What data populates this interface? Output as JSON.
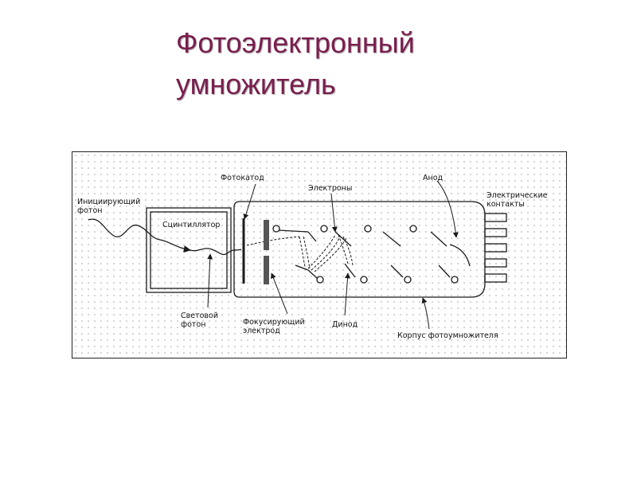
{
  "title": {
    "line1": "Фотоэлектронный",
    "line2": "умножитель"
  },
  "diagram": {
    "labels": {
      "initiating_photon": "Инициирующий\nфотон",
      "scintillator": "Сцинтиллятор",
      "photocathode": "Фотокатод",
      "electrons": "Электроны",
      "anode": "Анод",
      "electrical_contacts": "Электрические\nконтакты",
      "light_photon": "Световой\nфотон",
      "focusing_electrode": "Фокусирующий\nэлектрод",
      "dynode": "Динод",
      "pmt_body": "Корпус фотоумножителя"
    }
  },
  "colors": {
    "title": "#7a1e4e",
    "line": "#1a1a1a",
    "focusing_electrode": "#555555"
  }
}
